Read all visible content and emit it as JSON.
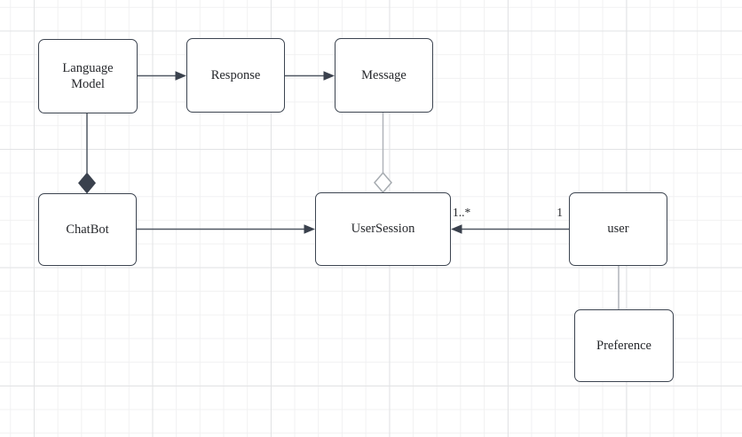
{
  "diagram": {
    "type": "uml-class-diagram",
    "nodes": {
      "language_model": {
        "label": "Language Model"
      },
      "response": {
        "label": "Response"
      },
      "message": {
        "label": "Message"
      },
      "chatbot": {
        "label": "ChatBot"
      },
      "user_session": {
        "label": "UserSession"
      },
      "user": {
        "label": "user"
      },
      "preference": {
        "label": "Preference"
      }
    },
    "edges": [
      {
        "from": "language_model",
        "to": "response",
        "style": "arrow-solid-dark"
      },
      {
        "from": "response",
        "to": "message",
        "style": "arrow-solid-dark"
      },
      {
        "from": "language_model",
        "to": "chatbot",
        "style": "composition-filled-diamond"
      },
      {
        "from": "chatbot",
        "to": "user_session",
        "style": "arrow-solid-dark"
      },
      {
        "from": "message",
        "to": "user_session",
        "style": "aggregation-open-diamond"
      },
      {
        "from": "user",
        "to": "user_session",
        "style": "arrow-solid-dark",
        "source_multiplicity": "1",
        "target_multiplicity": "1..*"
      },
      {
        "from": "user",
        "to": "preference",
        "style": "plain-line-light"
      }
    ],
    "edge_labels": {
      "user_session_multiplicity": "1..*",
      "user_multiplicity": "1"
    },
    "colors": {
      "canvas_background": "#ffffff",
      "grid_minor": "#f1f1f2",
      "grid_major": "#e2e3e5",
      "node_fill": "#ffffff",
      "node_border": "#3c4450",
      "text": "#26282c",
      "edge_dark": "#505863",
      "edge_light": "#b0b4ba",
      "arrowhead_fill": "#3a414d",
      "composition_diamond_fill": "#3a414d",
      "aggregation_diamond_stroke": "#a6abb0"
    }
  }
}
